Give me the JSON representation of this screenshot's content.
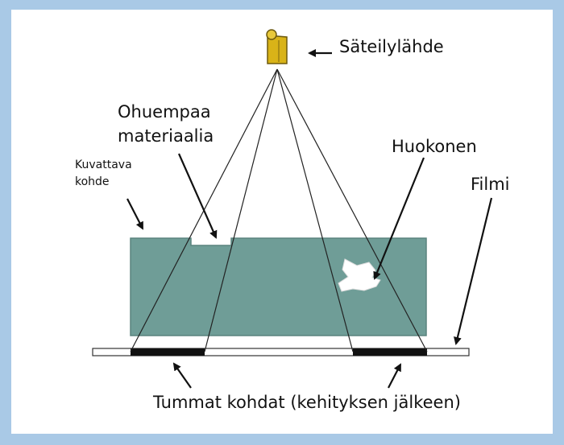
{
  "labels": {
    "source": "Säteilylähde",
    "thinner_line1": "Ohuempaa",
    "thinner_line2": "materiaalia",
    "object_line1": "Kuvattava",
    "object_line2": "kohde",
    "pore": "Huokonen",
    "film": "Filmi",
    "dark_spots": "Tummat kohdat (kehityksen jälkeen)"
  },
  "colors": {
    "frame": "#a9c9e6",
    "object": "#6f9d97",
    "source": "#d9b318",
    "film_dark": "#111111"
  }
}
